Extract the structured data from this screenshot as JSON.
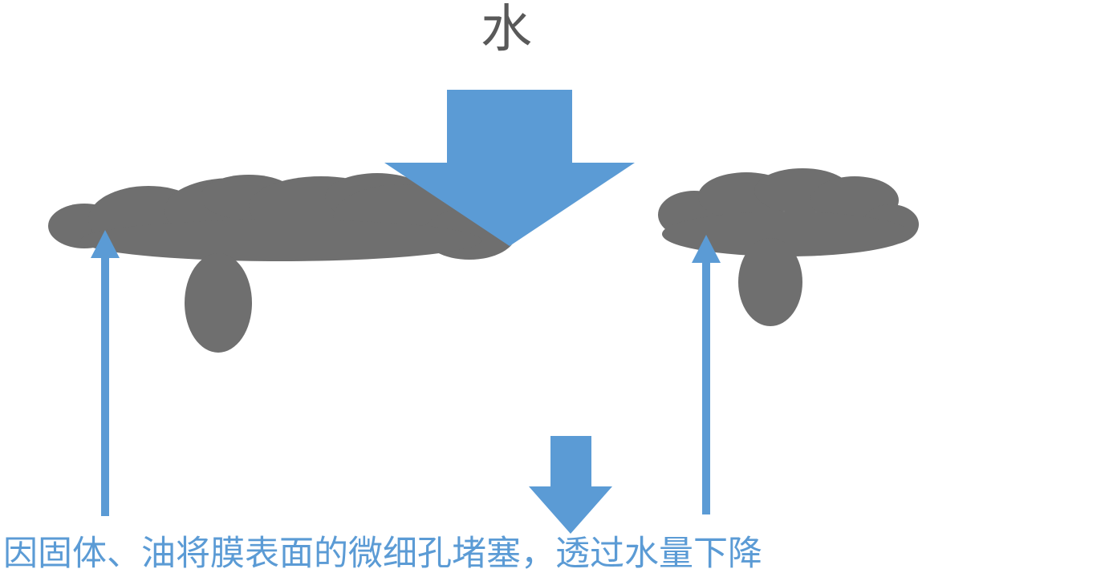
{
  "diagram": {
    "title": "水",
    "caption": "因固体、油将膜表面的微细孔堵塞，透过水量下降"
  },
  "colors": {
    "arrow_blue": "#5B9BD5",
    "deposit_gray": "#6F6F6F",
    "pore_dot_black": "#000000",
    "title_gray": "#595959",
    "caption_blue": "#5B9BD5"
  },
  "icons": {
    "water_inflow_arrow": "large-down-block-arrow",
    "reduced_permeate_arrow": "small-down-block-arrow",
    "permeate_up_arrow_left": "thin-up-arrow",
    "permeate_up_arrow_right": "thin-up-arrow",
    "deposit_left": "solid-oil-blob-with-pore-plug",
    "deposit_right": "solid-oil-blob-with-pore-plug"
  }
}
